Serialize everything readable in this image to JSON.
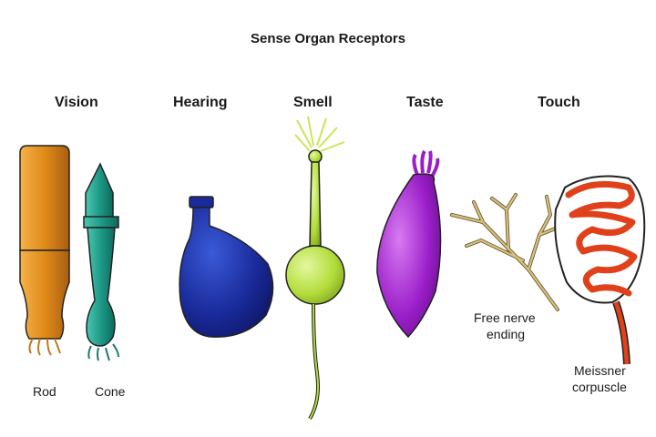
{
  "title": "Sense Organ Receptors",
  "categories": {
    "vision": "Vision",
    "hearing": "Hearing",
    "smell": "Smell",
    "taste": "Taste",
    "touch": "Touch"
  },
  "labels": {
    "rod": "Rod",
    "cone": "Cone",
    "free_nerve_line1": "Free nerve",
    "free_nerve_line2": "ending",
    "meissner_line1": "Meissner",
    "meissner_line2": "corpuscle"
  },
  "colors": {
    "rod": "#e08a1a",
    "cone": "#1e9a88",
    "hearing": "#1a2a9a",
    "smell": "#b2dc3a",
    "taste": "#9a1ec8",
    "free_nerve": "#c8b070",
    "meissner": "#e0401a"
  }
}
